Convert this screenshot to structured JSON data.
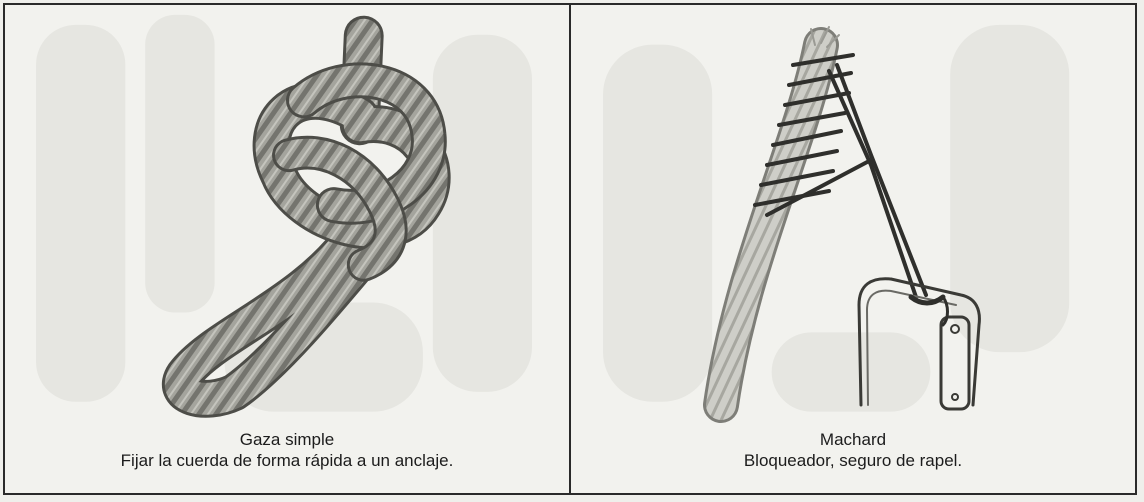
{
  "panels": [
    {
      "title": "Gaza simple",
      "description": "Fijar la cuerda de forma rápida a un anclaje.",
      "illustration": "overhand-loop-knot-drawing"
    },
    {
      "title": "Machard",
      "description": "Bloqueador, seguro de rapel.",
      "illustration": "machard-friction-hitch-drawing"
    }
  ],
  "colors": {
    "background": "#f2f2ee",
    "border": "#2a2a2a",
    "rope": "#8d8d86",
    "text": "#1c1c1c"
  }
}
